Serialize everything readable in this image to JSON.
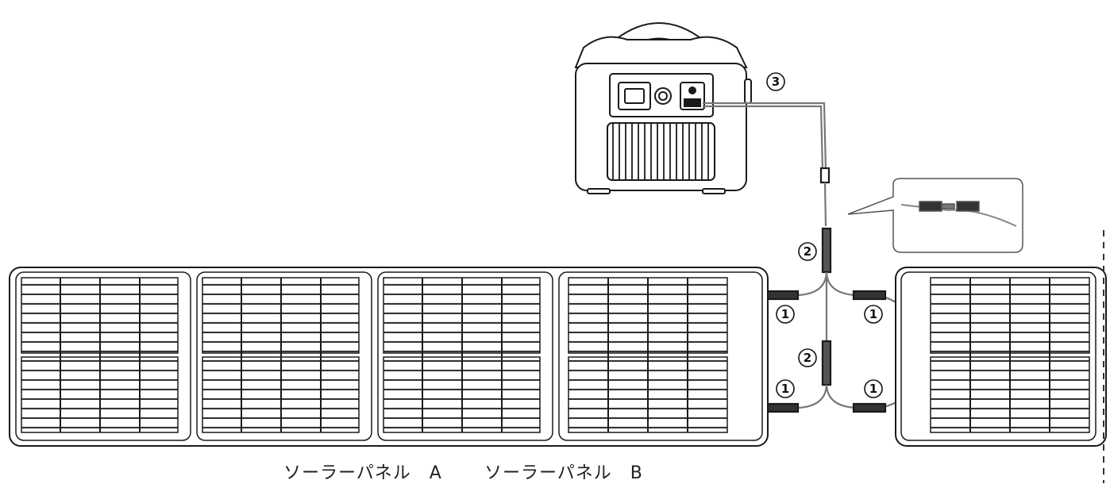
{
  "captions": {
    "panel_a": "ソーラーパネル　A",
    "panel_b": "ソーラーパネル　B"
  },
  "callouts": {
    "extension_cable": "3",
    "branch_connector": "2",
    "panel_cable": "1"
  },
  "colors": {
    "line": "#1a1a1a",
    "cable": "#777777",
    "background": "#ffffff"
  }
}
